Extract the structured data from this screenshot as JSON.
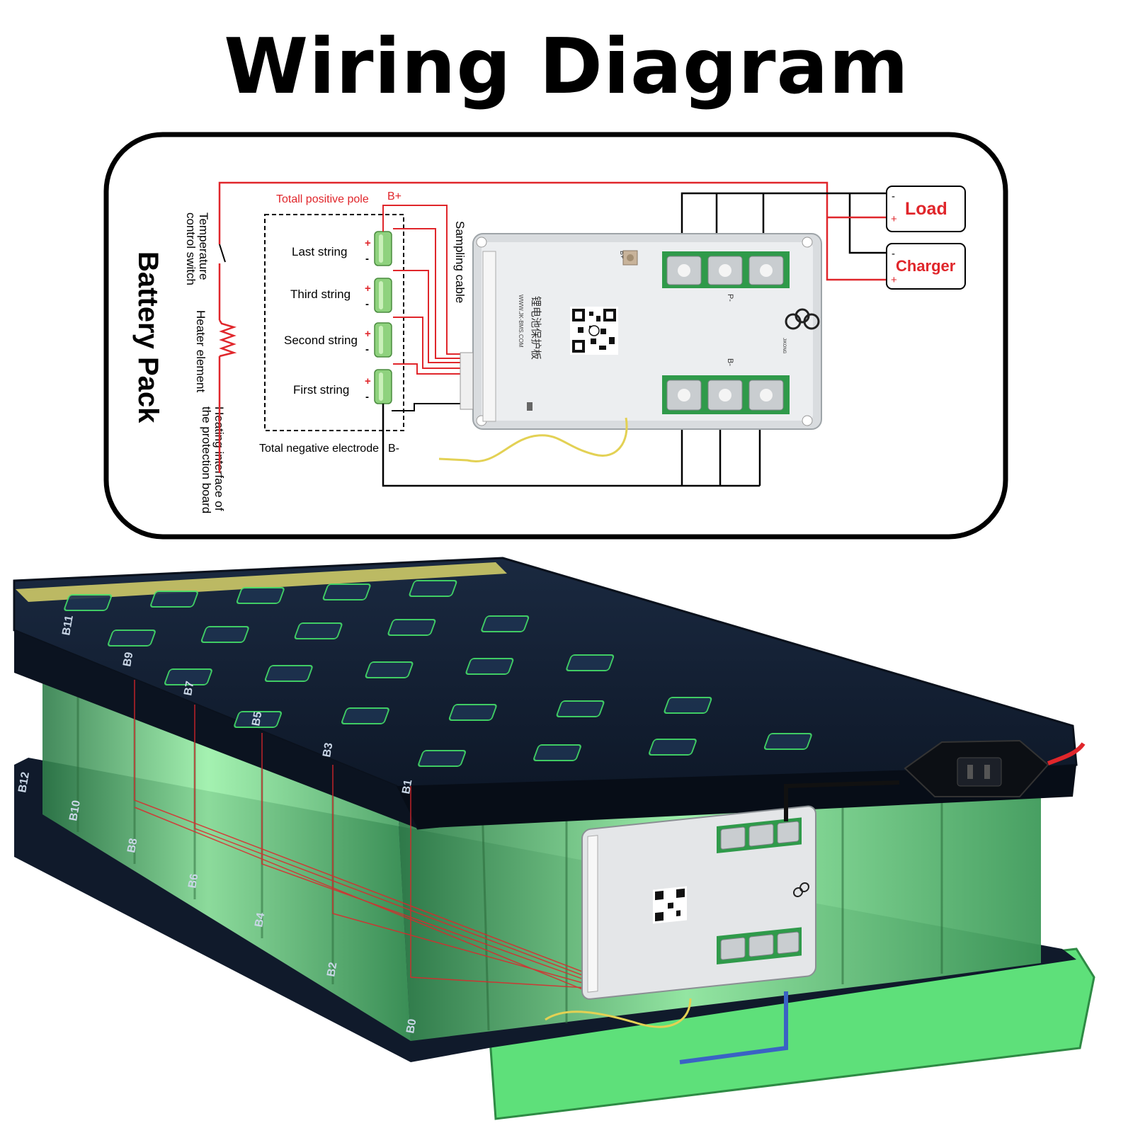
{
  "title": "Wiring Diagram",
  "diagram": {
    "battery_pack_label": "Battery Pack",
    "temperature_switch_label": [
      "Temperature",
      "control switch"
    ],
    "heater_element_label": "Heater element",
    "heating_interface_label": [
      "Heating interface of",
      "the protection board"
    ],
    "total_positive_label": "Totall positive pole",
    "b_plus_label": "B+",
    "total_negative_label": "Total negative electrode",
    "b_minus_label": "B-",
    "sampling_cable_label": "Sampling cable",
    "strings": [
      "Last string",
      "Third string",
      "Second string",
      "First string"
    ],
    "plus_sign": "+",
    "minus_sign": "-",
    "load": {
      "label": "Load",
      "minus": "-",
      "plus": "+"
    },
    "charger": {
      "label": "Charger",
      "minus": "-",
      "plus": "+"
    },
    "board_p_minus": "P-",
    "board_b_minus": "B-",
    "board_b_plus": "B+",
    "board_website": "WWW.JK-BMS.COM",
    "board_chinese": "锂电池保护板",
    "board_brand": "JIKONG"
  },
  "pack": {
    "cell_labels_top": [
      "B11",
      "B9",
      "B7",
      "B5",
      "B3",
      "B1"
    ],
    "cell_labels_bottom": [
      "B12",
      "B10",
      "B8",
      "B6",
      "B4",
      "B2",
      "B0"
    ]
  },
  "colors": {
    "wire_red": "#e0262b",
    "wire_black": "#111111",
    "cell_green": "#7bd06c",
    "pack_green": "#5ee07a",
    "holder_navy": "#0e1a2b",
    "board_silver": "#e4e6e8",
    "pcb_green": "#2f9a4a"
  }
}
